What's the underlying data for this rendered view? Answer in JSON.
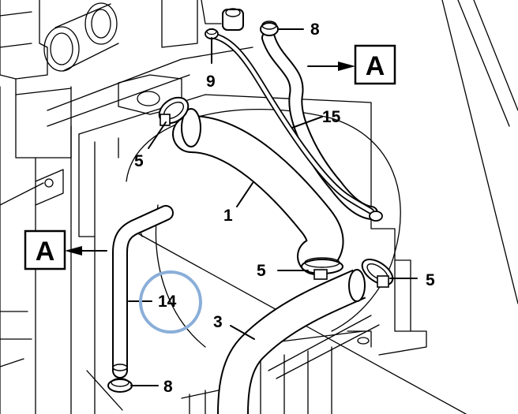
{
  "diagram": {
    "callouts": {
      "c8_top": "8",
      "c9": "9",
      "c15": "15",
      "c5_left": "5",
      "c1": "1",
      "c5_mid": "5",
      "c5_right": "5",
      "c14": "14",
      "c3": "3",
      "c8_bottom": "8"
    },
    "view_markers": {
      "top_right": "A",
      "left": "A"
    },
    "highlight_color": "#8aaed8"
  }
}
